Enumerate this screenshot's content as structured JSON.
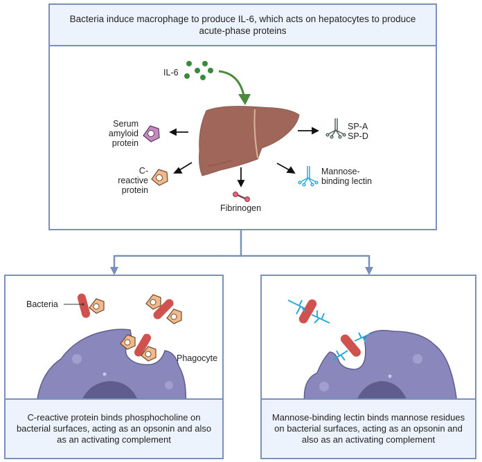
{
  "header": {
    "title": "Bacteria induce macrophage to produce IL-6, which acts on hepatocytes to produce acute-phase proteins"
  },
  "main": {
    "il6_label": "IL-6",
    "center_organ": "liver",
    "products": [
      {
        "label_lines": [
          "Serum",
          "amyloid",
          "protein"
        ],
        "icon": "pentagon-protein-icon",
        "color": "#c48bc0"
      },
      {
        "label_lines": [
          "C-",
          "reactive",
          "protein"
        ],
        "icon": "pentagon-protein-icon",
        "color": "#f4b98a"
      },
      {
        "label_lines": [
          "Fibrinogen"
        ],
        "icon": "dumbbell-protein-icon",
        "color": "#e0677a"
      },
      {
        "label_lines": [
          "SP-A",
          "SP-D"
        ],
        "icon": "collectin-icon",
        "color": "#4d5f5a"
      },
      {
        "label_lines": [
          "Mannose-",
          "binding lectin"
        ],
        "icon": "collectin-icon",
        "color": "#29a9d8"
      }
    ]
  },
  "panels": [
    {
      "labels": {
        "bacteria": "Bacteria",
        "phagocyte": "Phagocyte"
      },
      "caption": "C-reactive protein binds phosphocholine on bacterial surfaces, acting as an opsonin and also as an activating complement"
    },
    {
      "caption": "Mannose-binding lectin binds mannose residues on bacterial surfaces, acting as an opsonin and also as an activating complement"
    }
  ],
  "colors": {
    "border": "#7b8fbd",
    "caption_bg": "#edf3fc",
    "liver": "#a0665a",
    "il6": "#3a8a3e",
    "bacteria": "#d0524e",
    "phagocyte": "#8a87bd",
    "nucleus": "#5f5c8e"
  }
}
